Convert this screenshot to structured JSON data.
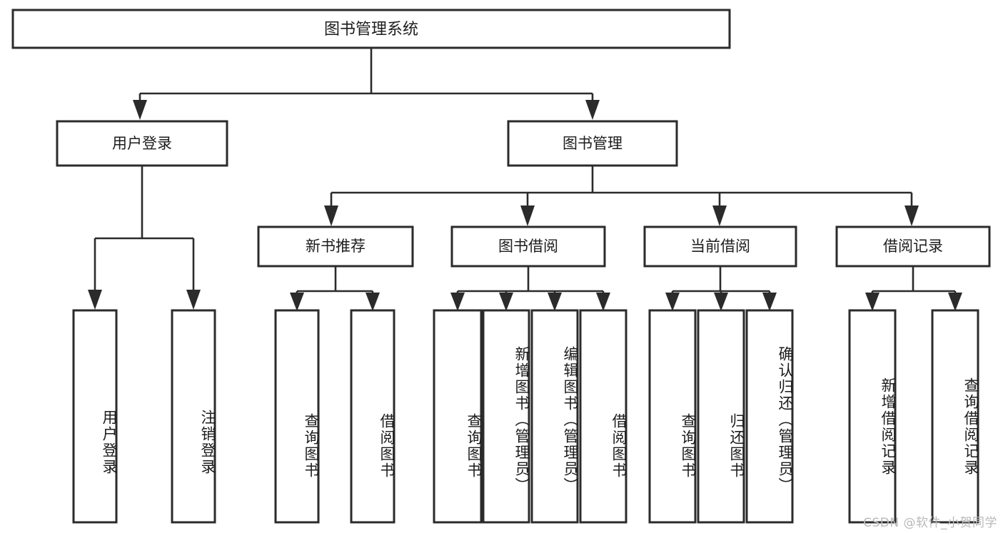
{
  "diagram": {
    "type": "tree-hierarchy-chart",
    "title_node": {
      "label": "图书管理系统"
    },
    "level1": [
      {
        "label": "用户登录"
      },
      {
        "label": "图书管理"
      }
    ],
    "level2": [
      {
        "label": "新书推荐"
      },
      {
        "label": "图书借阅"
      },
      {
        "label": "当前借阅"
      },
      {
        "label": "借阅记录"
      }
    ],
    "leaves": {
      "user_login": [
        {
          "label": "用户登录"
        },
        {
          "label": "注销登录"
        }
      ],
      "new_book_recommend": [
        {
          "label": "查询图书"
        },
        {
          "label": "借阅图书"
        }
      ],
      "book_borrow": [
        {
          "label": "查询图书"
        },
        {
          "label": "新增图书（管理员）"
        },
        {
          "label": "编辑图书（管理员）"
        },
        {
          "label": "借阅图书"
        }
      ],
      "current_borrow": [
        {
          "label": "查询图书"
        },
        {
          "label": "归还图书"
        },
        {
          "label": "确认归还（管理员）"
        }
      ],
      "borrow_record": [
        {
          "label": "新增借阅记录"
        },
        {
          "label": "查询借阅记录"
        }
      ]
    }
  },
  "watermark": {
    "text": "CSDN @软件_小贺同学"
  },
  "colors": {
    "stroke": "#2b2b2b",
    "fill": "#ffffff",
    "text": "#1c1c1c",
    "watermark": "#b9b9b9"
  }
}
